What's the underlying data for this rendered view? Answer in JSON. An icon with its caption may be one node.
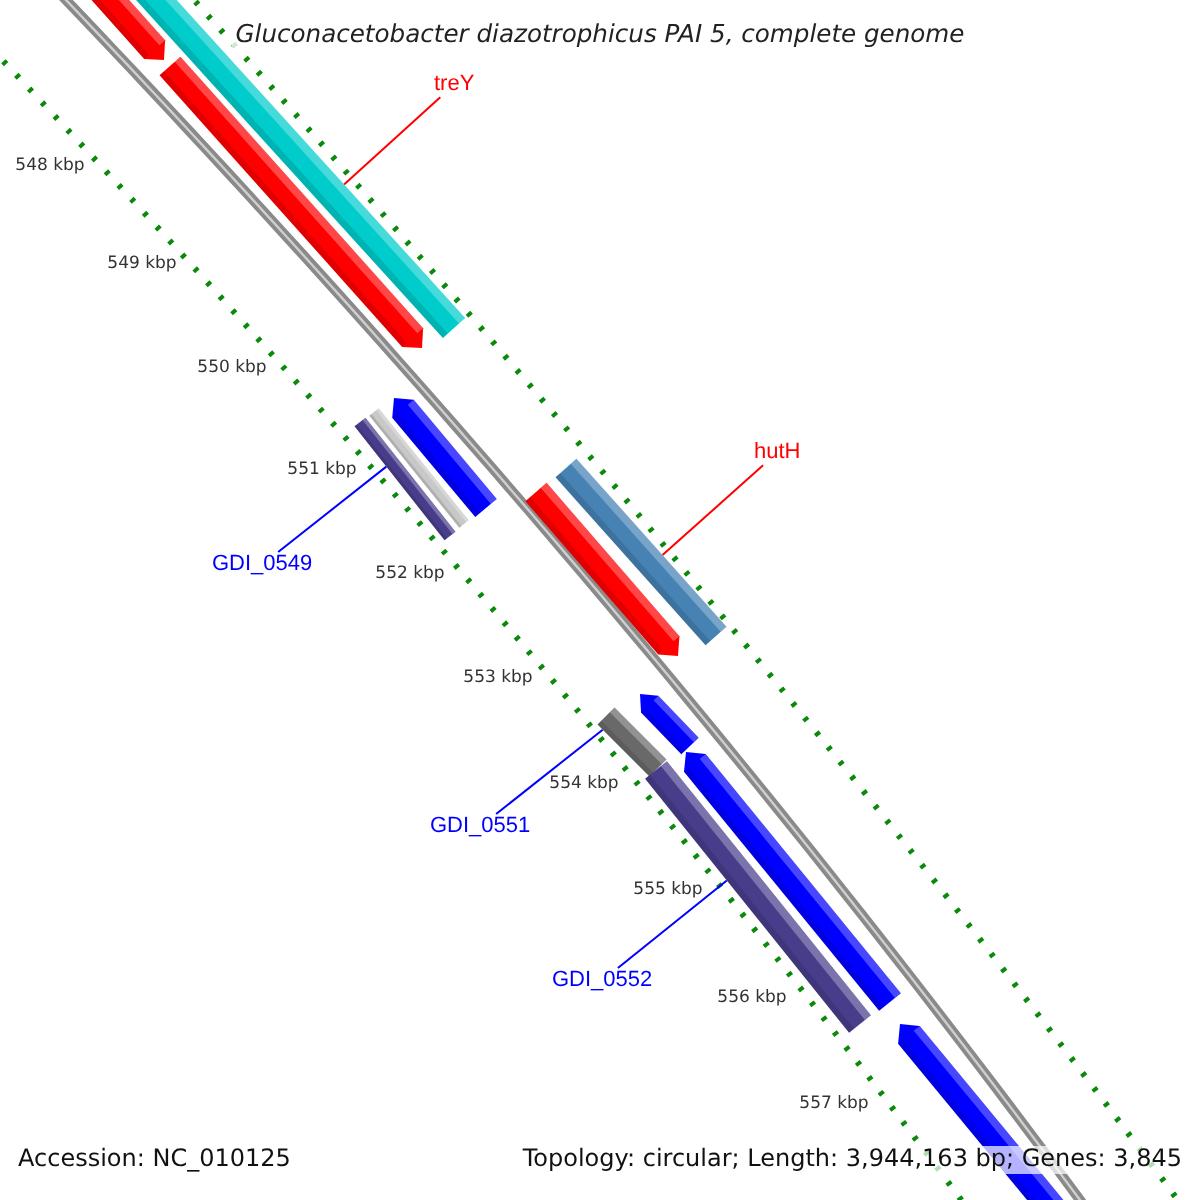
{
  "diagram": {
    "title": "Gluconacetobacter diazotrophicus PAI 5, complete genome",
    "nodes": [
      {
        "text": [
          "treY"
        ]
      },
      {
        "text": [],
        "shape": "bar"
      },
      {
        "text": [
          "hutH"
        ]
      },
      {
        "text": [],
        "shape": "bar"
      },
      {
        "text": [
          "GDI_0549"
        ]
      },
      {
        "text": [],
        "shape": "bar"
      },
      {
        "text": [
          "GDI_0551"
        ]
      },
      {
        "text": [],
        "shape": "bar"
      },
      {
        "text": [
          "GDI_0552"
        ]
      },
      {
        "text": [],
        "shape": "bar"
      }
    ],
    "edges": [
      {
        "from": 0,
        "to": 1,
        "arrow": "none",
        "color": "#ff0000"
      },
      {
        "from": 2,
        "to": 3,
        "arrow": "none",
        "color": "#ff0000"
      },
      {
        "from": 4,
        "to": 5,
        "arrow": "none"
      },
      {
        "from": 6,
        "to": 7,
        "arrow": "none"
      },
      {
        "from": 8,
        "to": 9,
        "arrow": "none"
      }
    ],
    "labels": [
      "548 kbp",
      "549 kbp",
      "550 kbp",
      "551 kbp",
      "552 kbp",
      "553 kbp",
      "554 kbp",
      "555 kbp",
      "556 kbp",
      "557 kbp",
      "Accession: NC_010125",
      "Topology: circular; Length: 3,944,163 bp; Genes: 3,845"
    ]
  }
}
